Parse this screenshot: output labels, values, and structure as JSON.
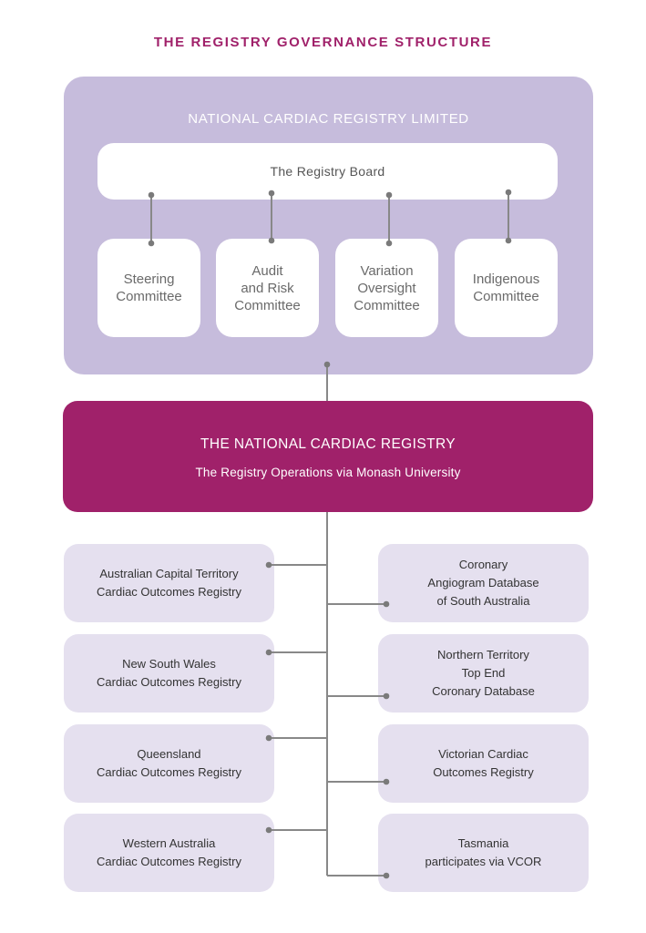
{
  "title": "THE REGISTRY GOVERNANCE STRUCTURE",
  "company": {
    "name": "NATIONAL CARDIAC REGISTRY LIMITED",
    "board": "The Registry Board",
    "committees": [
      "Steering\nCommittee",
      "Audit\nand Risk\nCommittee",
      "Variation\nOversight\nCommittee",
      "Indigenous\nCommittee"
    ]
  },
  "operations": {
    "name": "THE NATIONAL CARDIAC REGISTRY",
    "subtitle": "The Registry Operations via Monash University"
  },
  "registries_left": [
    "Australian Capital Territory\nCardiac Outcomes Registry",
    "New South Wales\nCardiac Outcomes Registry",
    "Queensland\nCardiac Outcomes Registry",
    "Western Australia\nCardiac Outcomes Registry"
  ],
  "registries_right": [
    "Coronary\nAngiogram Database\nof South Australia",
    "Northern Territory\nTop End\nCoronary Database",
    "Victorian Cardiac\nOutcomes Registry",
    "Tasmania\nparticipates via VCOR"
  ],
  "colors": {
    "title": "#a0216a",
    "company_panel": "#c6bcdc",
    "operations_panel": "#a0216a",
    "registry_box": "#e5e0ef",
    "connector": "#888888"
  }
}
